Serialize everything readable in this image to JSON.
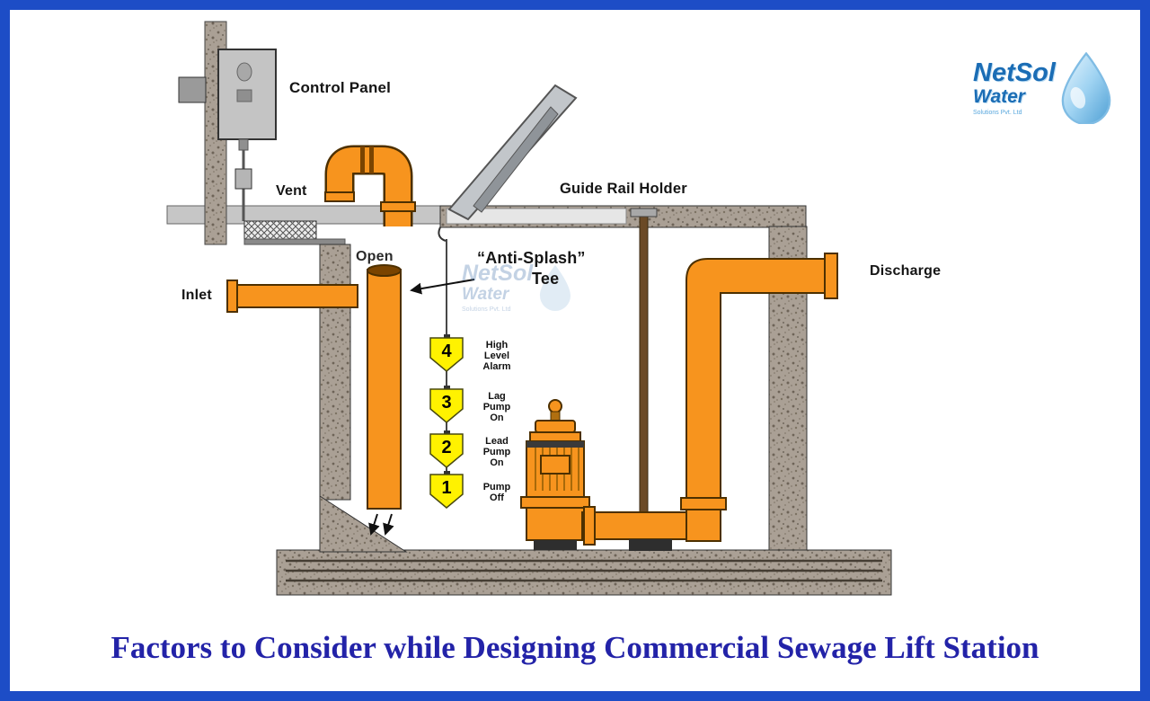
{
  "page": {
    "title": "Factors to Consider while Designing Commercial Sewage Lift Station",
    "title_color": "#2323a8",
    "border_color": "#1d4dc6",
    "background": "#ffffff"
  },
  "logo": {
    "brand": "NetSol",
    "brand_line2": "Water",
    "tagline": "Solutions Pvt. Ltd",
    "brand_color": "#1b6db5",
    "drop_icon": "water-drop"
  },
  "watermark": {
    "brand": "NetSol",
    "brand_line2": "Water",
    "tagline": "Solutions Pvt. Ltd"
  },
  "diagram": {
    "colors": {
      "pipe": "#F7941E",
      "pipe_outline": "#4d3000",
      "concrete": "#aaa095",
      "float": "#FFF200"
    },
    "labels": {
      "control_panel": "Control Panel",
      "vent": "Vent",
      "guide_rail_holder": "Guide Rail Holder",
      "open": "Open",
      "inlet": "Inlet",
      "anti_splash_line1": "“Anti-Splash”",
      "anti_splash_line2": "Tee",
      "discharge": "Discharge"
    },
    "float_switches": [
      {
        "number": "4",
        "label": "High\nLevel\nAlarm"
      },
      {
        "number": "3",
        "label": "Lag\nPump\nOn"
      },
      {
        "number": "2",
        "label": "Lead\nPump\nOn"
      },
      {
        "number": "1",
        "label": "Pump\nOff"
      }
    ]
  }
}
